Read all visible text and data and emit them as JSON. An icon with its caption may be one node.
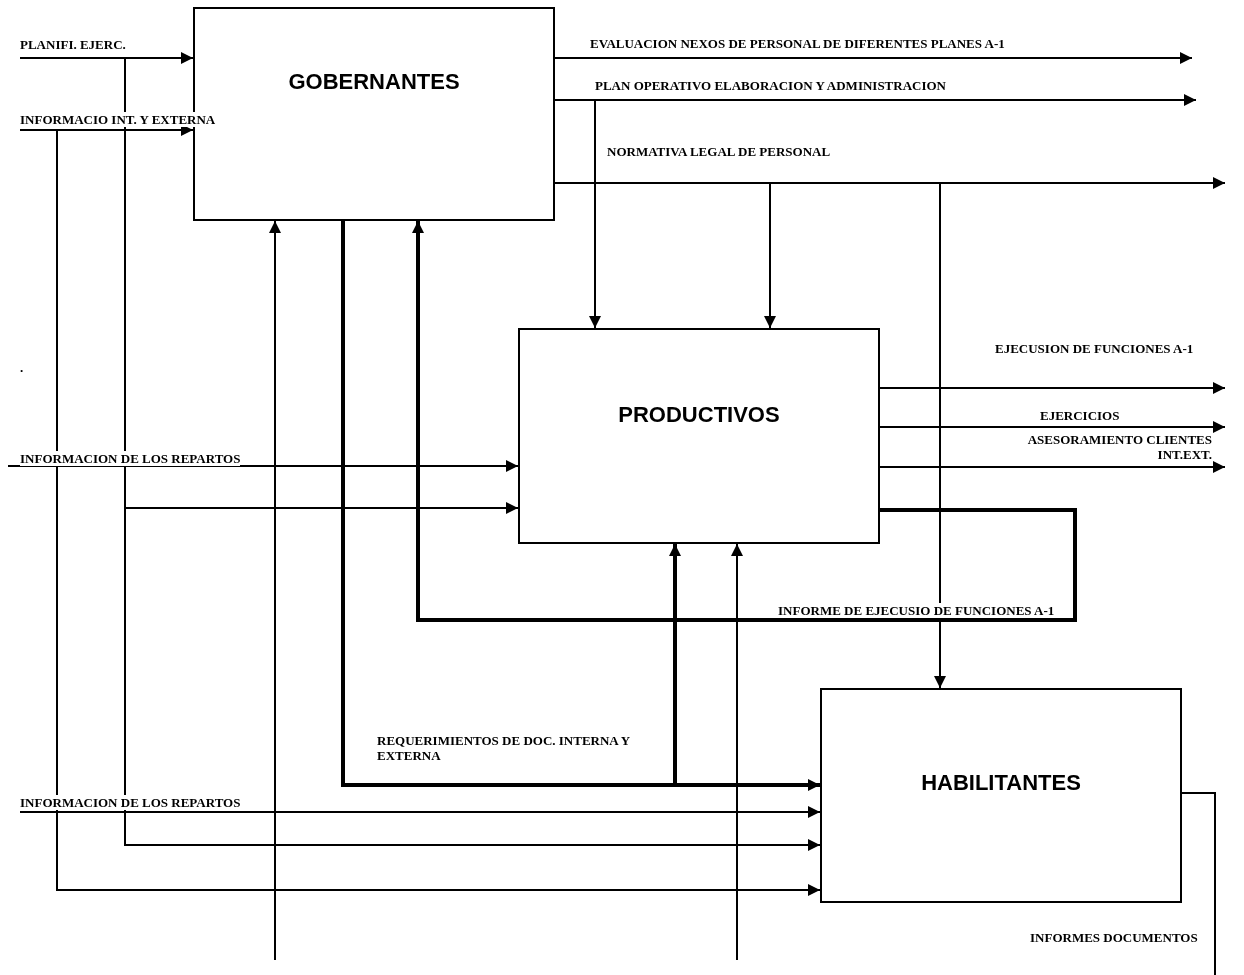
{
  "diagram": {
    "nodes": [
      {
        "text": [
          "GOBERNANTES"
        ]
      },
      {
        "text": [
          "PRODUCTIVOS"
        ]
      },
      {
        "text": [
          "HABILITANTES"
        ]
      }
    ],
    "edges": [
      {
        "from": 0,
        "to": null,
        "arrow": "to",
        "label": "EVALUACION NEXOS DE PERSONAL DE DIFERENTES PLANES A-1"
      },
      {
        "from": 0,
        "to": null,
        "arrow": "to",
        "label": "PLAN OPERATIVO ELABORACION Y ADMINISTRACION"
      },
      {
        "from": 0,
        "to": 1,
        "arrow": "to"
      },
      {
        "from": 0,
        "to": null,
        "arrow": "to",
        "label": "NORMATIVA LEGAL DE PERSONAL"
      },
      {
        "from": 0,
        "to": 1,
        "arrow": "to"
      },
      {
        "from": 0,
        "to": 2,
        "arrow": "to"
      },
      {
        "from": 0,
        "to": 2,
        "arrow": "to",
        "style": "thick",
        "label": "REQUERIMIENTOS DE DOC. INTERNA Y EXTERNA"
      },
      {
        "from": 0,
        "to": 1,
        "arrow": "to",
        "style": "thick"
      },
      {
        "from": 1,
        "to": 0,
        "arrow": "to",
        "style": "thick",
        "label": "INFORME DE EJECUSIO DE FUNCIONES A-1"
      },
      {
        "from": 1,
        "to": null,
        "arrow": "to",
        "label": "EJECUSION DE FUNCIONES A-1"
      },
      {
        "from": 1,
        "to": null,
        "arrow": "to",
        "label": "EJERCICIOS"
      },
      {
        "from": 1,
        "to": null,
        "arrow": "to",
        "label": "ASESORAMIENTO CLIENTES INT.EXT."
      },
      {
        "from": 2,
        "to": null,
        "arrow": "none",
        "label": "INFORMES DOCUMENTOS"
      },
      {
        "from": null,
        "to": 0,
        "arrow": "to",
        "label": "PLANIFI. EJERC."
      },
      {
        "from": null,
        "to": 1,
        "arrow": "to"
      },
      {
        "from": null,
        "to": 2,
        "arrow": "to"
      },
      {
        "from": null,
        "to": 0,
        "arrow": "to",
        "label": "INFORMACIO INT. Y EXTERNA"
      },
      {
        "from": null,
        "to": 2,
        "arrow": "to"
      },
      {
        "from": null,
        "to": 0,
        "arrow": "to"
      },
      {
        "from": null,
        "to": 1,
        "arrow": "to"
      },
      {
        "from": null,
        "to": 1,
        "arrow": "to",
        "label": "INFORMACION DE LOS REPARTOS"
      },
      {
        "from": null,
        "to": 2,
        "arrow": "to",
        "label": "INFORMACION DE LOS REPARTOS"
      }
    ],
    "labels": [
      "."
    ]
  }
}
